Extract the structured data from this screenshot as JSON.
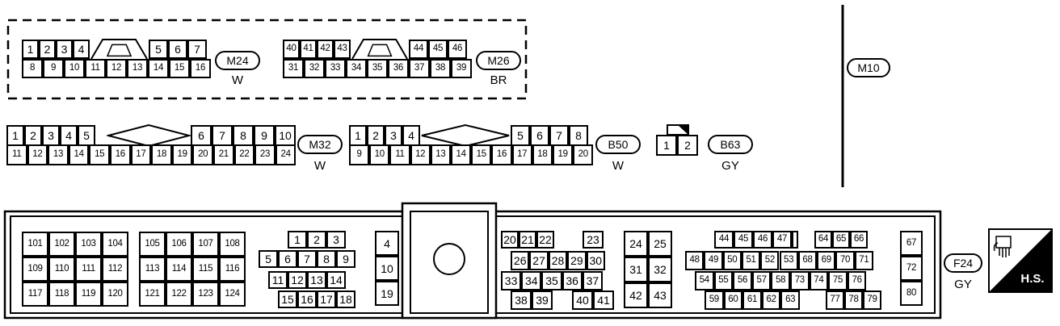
{
  "connectors": {
    "m24": {
      "name": "M24",
      "color": "W"
    },
    "m26": {
      "name": "M26",
      "color": "BR"
    },
    "m32": {
      "name": "M32",
      "color": "W"
    },
    "b50": {
      "name": "B50",
      "color": "W"
    },
    "b63": {
      "name": "B63",
      "color": "GY"
    },
    "m10": {
      "name": "M10"
    },
    "f24": {
      "name": "F24",
      "color": "GY"
    }
  },
  "hs_label": "H.S.",
  "pins": {
    "m24_top": [
      "1",
      "2",
      "3",
      "4",
      "5",
      "6",
      "7"
    ],
    "m24_bottom": [
      "8",
      "9",
      "10",
      "11",
      "12",
      "13",
      "14",
      "15",
      "16"
    ],
    "m26_top": [
      "40",
      "41",
      "42",
      "43",
      "44",
      "45",
      "46"
    ],
    "m26_bottom": [
      "31",
      "32",
      "33",
      "34",
      "35",
      "36",
      "37",
      "38",
      "39"
    ],
    "m32_top": [
      "1",
      "2",
      "3",
      "4",
      "5",
      "6",
      "7",
      "8",
      "9",
      "10"
    ],
    "m32_bottom": [
      "11",
      "12",
      "13",
      "14",
      "15",
      "16",
      "17",
      "18",
      "19",
      "20",
      "21",
      "22",
      "23",
      "24"
    ],
    "b50_top": [
      "1",
      "2",
      "3",
      "4",
      "5",
      "6",
      "7",
      "8"
    ],
    "b50_bottom": [
      "9",
      "10",
      "11",
      "12",
      "13",
      "14",
      "15",
      "16",
      "17",
      "18",
      "19",
      "20"
    ],
    "b63": [
      "1",
      "2"
    ],
    "f24_a": [
      [
        "101",
        "102",
        "103",
        "104"
      ],
      [
        "109",
        "110",
        "111",
        "112"
      ],
      [
        "117",
        "118",
        "119",
        "120"
      ]
    ],
    "f24_b": [
      [
        "105",
        "106",
        "107",
        "108"
      ],
      [
        "113",
        "114",
        "115",
        "116"
      ],
      [
        "121",
        "122",
        "123",
        "124"
      ]
    ],
    "f24_c": [
      [
        "1",
        "2",
        "3"
      ],
      [
        "5",
        "6",
        "7",
        "8",
        "9"
      ],
      [
        "11",
        "12",
        "13",
        "14"
      ],
      [
        "15",
        "16",
        "17",
        "18"
      ]
    ],
    "f24_d": [
      "4",
      "10",
      "19"
    ],
    "f24_e_r1": [
      "20",
      "21",
      "22",
      "23"
    ],
    "f24_e_r2": [
      "26",
      "27",
      "28",
      "29",
      "30"
    ],
    "f24_e_r3": [
      "33",
      "34",
      "35",
      "36",
      "37"
    ],
    "f24_e_r4": [
      "38",
      "39",
      "40",
      "41"
    ],
    "f24_f": [
      [
        "24",
        "25"
      ],
      [
        "31",
        "32"
      ],
      [
        "42",
        "43"
      ]
    ],
    "f24_g_r1": [
      "44",
      "45",
      "46",
      "47",
      "64",
      "65",
      "66"
    ],
    "f24_g_r2": [
      "48",
      "49",
      "50",
      "51",
      "52",
      "53",
      "68",
      "69",
      "70",
      "71"
    ],
    "f24_g_r3": [
      "54",
      "55",
      "56",
      "57",
      "58",
      "73",
      "74",
      "75",
      "76"
    ],
    "f24_g_r4": [
      "59",
      "60",
      "61",
      "62",
      "63",
      "77",
      "78",
      "79"
    ],
    "f24_h": [
      "67",
      "72",
      "80"
    ]
  }
}
